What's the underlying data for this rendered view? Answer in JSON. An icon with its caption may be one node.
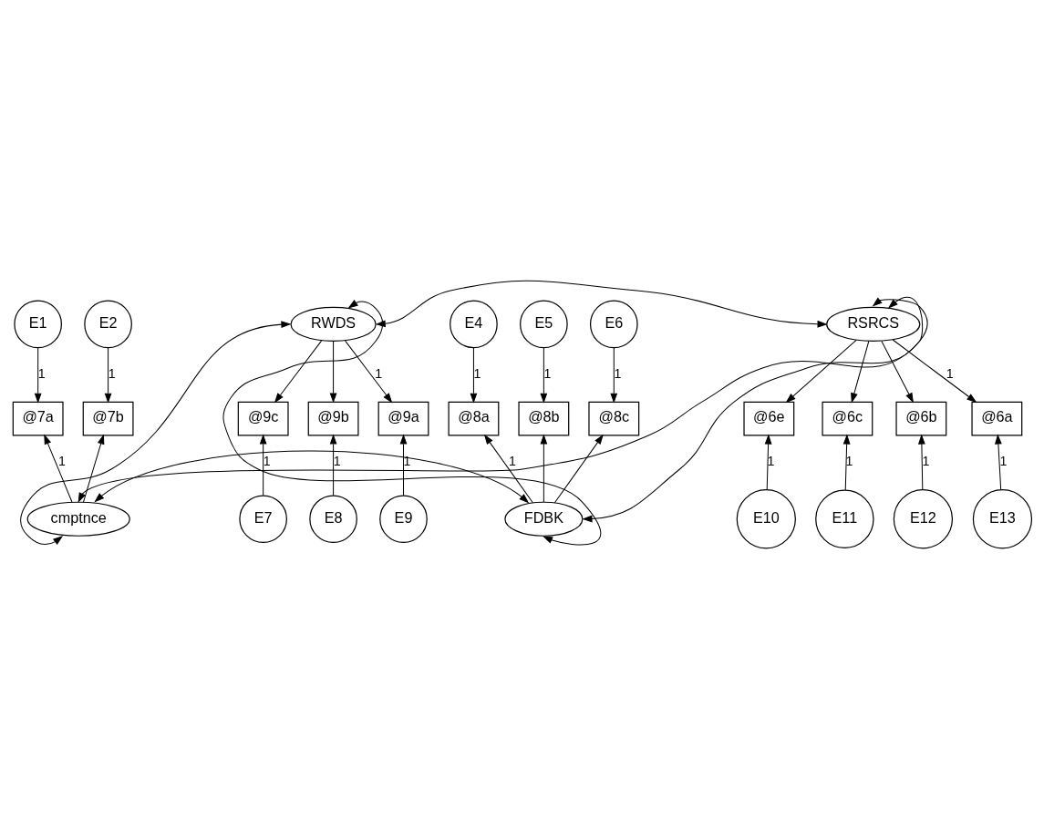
{
  "diagram": {
    "nodes": [
      {
        "text": [
          "E1"
        ]
      },
      {
        "text": [
          "E2"
        ]
      },
      {
        "text": [
          "E4"
        ]
      },
      {
        "text": [
          "E5"
        ]
      },
      {
        "text": [
          "E6"
        ]
      },
      {
        "text": [
          "@7a"
        ]
      },
      {
        "text": [
          "@7b"
        ]
      },
      {
        "text": [
          "@8a"
        ]
      },
      {
        "text": [
          "@8b"
        ]
      },
      {
        "text": [
          "@8c"
        ]
      },
      {
        "text": [
          "cmptnce"
        ]
      },
      {
        "text": [
          "FDBK"
        ]
      },
      {
        "text": [
          "RWDS"
        ]
      },
      {
        "text": [
          "RSRCS"
        ]
      },
      {
        "text": [
          "@9c"
        ]
      },
      {
        "text": [
          "@9b"
        ]
      },
      {
        "text": [
          "@9a"
        ]
      },
      {
        "text": [
          "@6e"
        ]
      },
      {
        "text": [
          "@6c"
        ]
      },
      {
        "text": [
          "@6b"
        ]
      },
      {
        "text": [
          "@6a"
        ]
      },
      {
        "text": [
          "E7"
        ]
      },
      {
        "text": [
          "E8"
        ]
      },
      {
        "text": [
          "E9"
        ]
      },
      {
        "text": [
          "E10"
        ]
      },
      {
        "text": [
          "E11"
        ]
      },
      {
        "text": [
          "E12"
        ]
      },
      {
        "text": [
          "E13"
        ]
      }
    ],
    "edges": [
      {
        "from": 0,
        "to": 5,
        "arrow": "to",
        "label": "1"
      },
      {
        "from": 1,
        "to": 6,
        "arrow": "to",
        "label": "1"
      },
      {
        "from": 2,
        "to": 7,
        "arrow": "to",
        "label": "1"
      },
      {
        "from": 3,
        "to": 8,
        "arrow": "to",
        "label": "1"
      },
      {
        "from": 4,
        "to": 9,
        "arrow": "to",
        "label": "1"
      },
      {
        "from": 10,
        "to": 5,
        "arrow": "to",
        "label": "1"
      },
      {
        "from": 10,
        "to": 6,
        "arrow": "to"
      },
      {
        "from": 11,
        "to": 7,
        "arrow": "to",
        "label": "1"
      },
      {
        "from": 11,
        "to": 8,
        "arrow": "to"
      },
      {
        "from": 11,
        "to": 9,
        "arrow": "to"
      },
      {
        "from": 10,
        "to": 11,
        "arrow": "both"
      },
      {
        "from": 10,
        "to": 13,
        "arrow": "both"
      },
      {
        "from": 11,
        "to": 13,
        "arrow": "both"
      },
      {
        "from": 10,
        "to": 12,
        "arrow": "both"
      },
      {
        "from": 11,
        "to": 12,
        "arrow": "both"
      },
      {
        "from": 12,
        "to": 13,
        "arrow": "both"
      },
      {
        "from": 12,
        "to": 14,
        "arrow": "to"
      },
      {
        "from": 12,
        "to": 15,
        "arrow": "to"
      },
      {
        "from": 12,
        "to": 16,
        "arrow": "to",
        "label": "1"
      },
      {
        "from": 13,
        "to": 17,
        "arrow": "to"
      },
      {
        "from": 13,
        "to": 18,
        "arrow": "to"
      },
      {
        "from": 13,
        "to": 19,
        "arrow": "to"
      },
      {
        "from": 13,
        "to": 20,
        "arrow": "to",
        "label": "1"
      },
      {
        "from": 21,
        "to": 14,
        "arrow": "to",
        "label": "1"
      },
      {
        "from": 22,
        "to": 15,
        "arrow": "to",
        "label": "1"
      },
      {
        "from": 23,
        "to": 16,
        "arrow": "to",
        "label": "1"
      },
      {
        "from": 24,
        "to": 17,
        "arrow": "to",
        "label": "1"
      },
      {
        "from": 25,
        "to": 18,
        "arrow": "to",
        "label": "1"
      },
      {
        "from": 26,
        "to": 19,
        "arrow": "to",
        "label": "1"
      },
      {
        "from": 27,
        "to": 20,
        "arrow": "to",
        "label": "1"
      }
    ]
  }
}
